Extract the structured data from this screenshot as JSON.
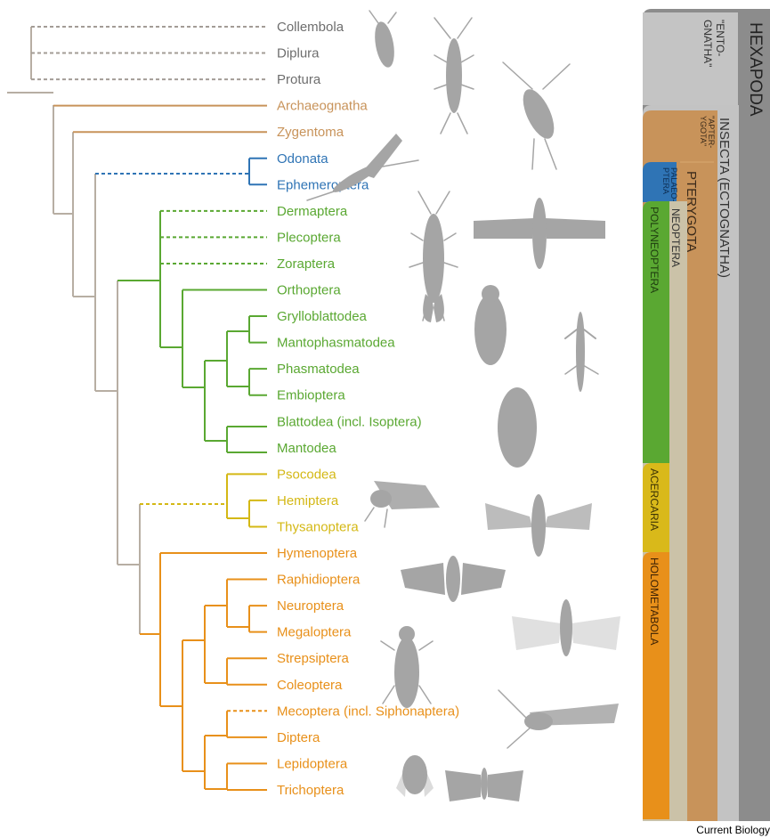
{
  "colors": {
    "grey": "#b7aea3",
    "dots": "#a39c96",
    "tan": "#c8935a",
    "blue": "#2f74b5",
    "green": "#5aa832",
    "yellow": "#d4b815",
    "orange": "#e8901a",
    "silhouette": "#a5a5a5",
    "bar_hexapoda": "#8c8c8c",
    "bar_insecta": "#c3c3c3",
    "bar_neoptera": "#cbc2a8",
    "bar_acercaria": "#d9b91a"
  },
  "taxa": [
    {
      "name": "Collembola",
      "color": "#6e6e6e"
    },
    {
      "name": "Diplura",
      "color": "#6e6e6e"
    },
    {
      "name": "Protura",
      "color": "#6e6e6e"
    },
    {
      "name": "Archaeognatha",
      "color": "#c8935a"
    },
    {
      "name": "Zygentoma",
      "color": "#c8935a"
    },
    {
      "name": "Odonata",
      "color": "#2f74b5"
    },
    {
      "name": "Ephemeroptera",
      "color": "#2f74b5"
    },
    {
      "name": "Dermaptera",
      "color": "#5aa832"
    },
    {
      "name": "Plecoptera",
      "color": "#5aa832"
    },
    {
      "name": "Zoraptera",
      "color": "#5aa832"
    },
    {
      "name": "Orthoptera",
      "color": "#5aa832"
    },
    {
      "name": "Grylloblattodea",
      "color": "#5aa832"
    },
    {
      "name": "Mantophasmatodea",
      "color": "#5aa832"
    },
    {
      "name": "Phasmatodea",
      "color": "#5aa832"
    },
    {
      "name": "Embioptera",
      "color": "#5aa832"
    },
    {
      "name": "Blattodea (incl. Isoptera)",
      "color": "#5aa832"
    },
    {
      "name": "Mantodea",
      "color": "#5aa832"
    },
    {
      "name": "Psocodea",
      "color": "#d4b815"
    },
    {
      "name": "Hemiptera",
      "color": "#d4b815"
    },
    {
      "name": "Thysanoptera",
      "color": "#d4b815"
    },
    {
      "name": "Hymenoptera",
      "color": "#e8901a"
    },
    {
      "name": "Raphidioptera",
      "color": "#e8901a"
    },
    {
      "name": "Neuroptera",
      "color": "#e8901a"
    },
    {
      "name": "Megaloptera",
      "color": "#e8901a"
    },
    {
      "name": "Strepsiptera",
      "color": "#e8901a"
    },
    {
      "name": "Coleoptera",
      "color": "#e8901a"
    },
    {
      "name": "Mecoptera (incl. Siphonaptera)",
      "color": "#e8901a"
    },
    {
      "name": "Diptera",
      "color": "#e8901a"
    },
    {
      "name": "Lepidoptera",
      "color": "#e8901a"
    },
    {
      "name": "Trichoptera",
      "color": "#e8901a"
    }
  ],
  "groups": {
    "hexapoda": "HEXAPODA",
    "entognatha_1": "\"ENTO-",
    "entognatha_2": "GNATHA\"",
    "insecta": "INSECTA (ECTOGNATHA)",
    "apterygota_1": "\"APTER-",
    "apterygota_2": "YGOTA\"",
    "pterygota": "PTERYGOTA",
    "palaeoptera_1": "PALAEO-",
    "palaeoptera_2": "PTERA",
    "neoptera": "NEOPTERA",
    "polyneoptera": "POLYNEOPTERA",
    "acercaria": "ACERCARIA",
    "holometabola": "HOLOMETABOLA"
  },
  "credit": "Current Biology"
}
